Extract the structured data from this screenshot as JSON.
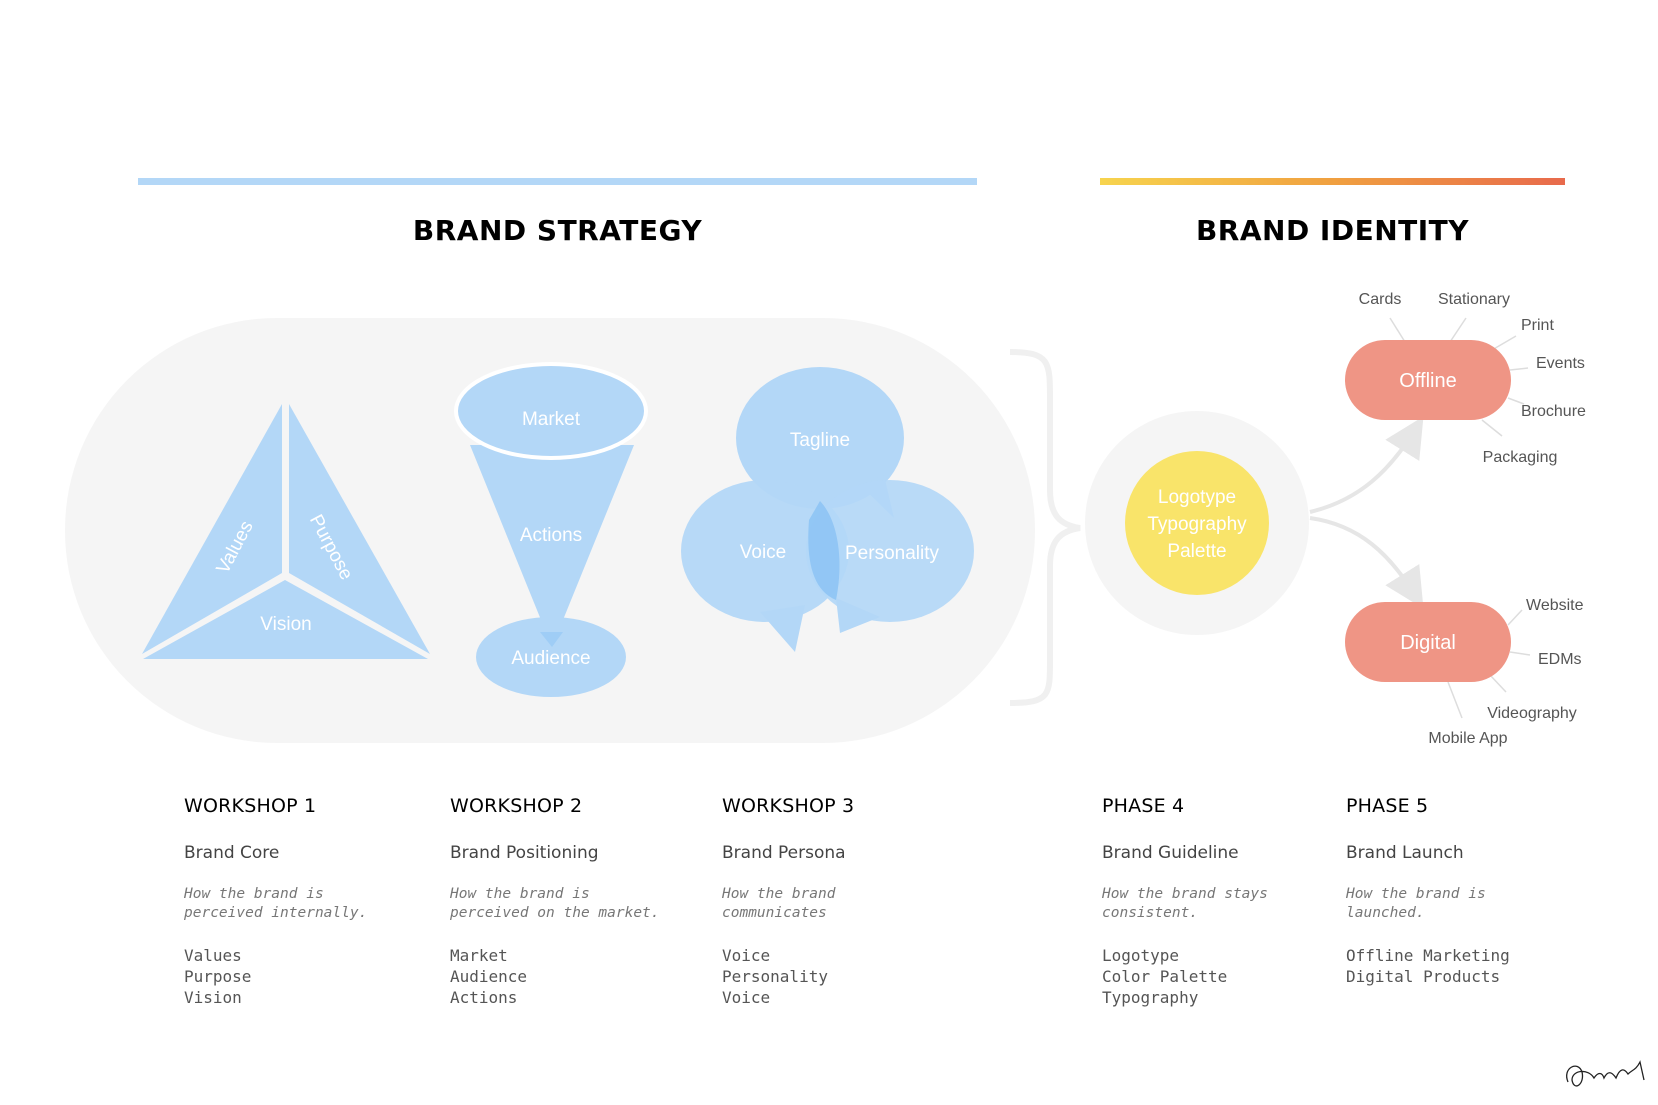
{
  "sections": {
    "strategy_title": "BRAND STRATEGY",
    "identity_title": "BRAND IDENTITY",
    "strategy_color": "#b3d7f7",
    "identity_gradient": [
      "#f7d44e",
      "#e86a4c"
    ]
  },
  "diagram": {
    "pyramid": {
      "values": "Values",
      "purpose": "Purpose",
      "vision": "Vision"
    },
    "funnel": {
      "market": "Market",
      "actions": "Actions",
      "audience": "Audience"
    },
    "bubbles": {
      "tagline": "Tagline",
      "voice": "Voice",
      "personality": "Personality"
    },
    "core": {
      "line1": "Logotype",
      "line2": "Typography",
      "line3": "Palette"
    },
    "offline": {
      "label": "Offline",
      "items": [
        "Cards",
        "Stationary",
        "Print",
        "Events",
        "Brochure",
        "Packaging"
      ]
    },
    "digital": {
      "label": "Digital",
      "items": [
        "Website",
        "EDMs",
        "Videography",
        "Mobile App"
      ]
    },
    "colors": {
      "blue": "#b3d7f7",
      "blue_overlap": "#8ec4f4",
      "background_blob": "#f5f5f5",
      "yellow": "#f9e46a",
      "coral": "#ef9585"
    }
  },
  "columns": [
    {
      "head": "WORKSHOP 1",
      "sub": "Brand Core",
      "desc": "How the brand is\nperceived internally.",
      "items": [
        "Values",
        "Purpose",
        "Vision"
      ]
    },
    {
      "head": "WORKSHOP 2",
      "sub": "Brand Positioning",
      "desc": "How the brand is\nperceived on the market.",
      "items": [
        "Market",
        "Audience",
        "Actions"
      ]
    },
    {
      "head": "WORKSHOP 3",
      "sub": "Brand Persona",
      "desc": "How the brand\ncommunicates",
      "items": [
        "Voice",
        "Personality",
        "Voice"
      ]
    },
    {
      "head": "PHASE 4",
      "sub": "Brand Guideline",
      "desc": "How the brand stays\nconsistent.",
      "items": [
        "Logotype",
        "Color Palette",
        "Typography"
      ]
    },
    {
      "head": "PHASE 5",
      "sub": "Brand Launch",
      "desc": "How the brand is\nlaunched.",
      "items": [
        "Offline Marketing",
        "Digital Products"
      ]
    }
  ]
}
